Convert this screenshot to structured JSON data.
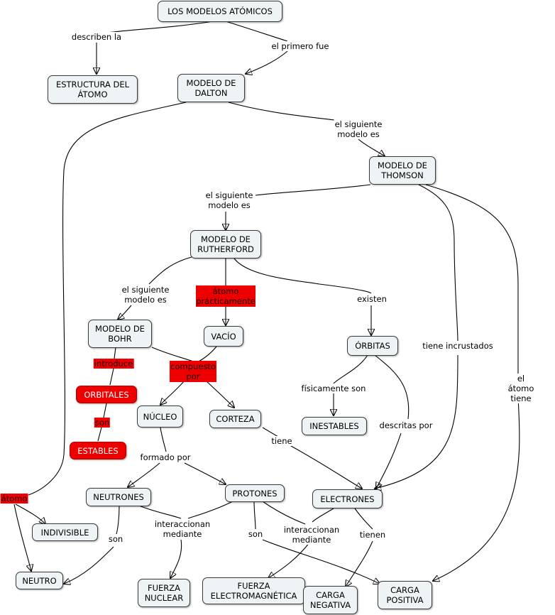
{
  "nodes": {
    "modelos": "LOS MODELOS ATÓMICOS",
    "estructura": "ESTRUCTURA DEL\nÁTOMO",
    "dalton": "MODELO DE\nDALTON",
    "thomson": "MODELO DE\nTHOMSON",
    "rutherford": "MODELO DE\nRUTHERFORD",
    "bohr": "MODELO DE\nBOHR",
    "vacio": "VACÍO",
    "orbitas": "ÓRBITAS",
    "orbitales": "ORBITALES",
    "estables": "ESTABLES",
    "nucleo": "NÚCLEO",
    "corteza": "CORTEZA",
    "inestables": "INESTABLES",
    "neutrones": "NEUTRONES",
    "protones": "PROTONES",
    "electrones": "ELECTRONES",
    "indivisible": "INDIVISIBLE",
    "neutro": "NEUTRO",
    "fuerza_nuclear": "FUERZA\nNUCLEAR",
    "fuerza_em": "FUERZA\nELECTROMAGNÉTICA",
    "carga_negativa": "CARGA\nNEGATIVA",
    "carga_positiva": "CARGA\nPOSITIVA"
  },
  "links": {
    "describen": "describen la",
    "primero": "el primero fue",
    "siguiente1": "el siguiente\nmodelo es",
    "siguiente2": "el siguiente\nmodelo es",
    "siguiente3": "el siguiente\nmodelo es",
    "atomo_pract": "átomo\nprácticamente",
    "existen": "existen",
    "tiene_incrustados": "tiene incrustados",
    "el_atomo_tiene": "el átomo tiene",
    "introduce": "introduce",
    "compuesto": "compuesto\npor",
    "fisicamente": "físicamente son",
    "descritas": "descritas por",
    "son_bohr": "son",
    "tiene": "tiene",
    "formado": "formado por",
    "atomo_dalton": "átomo",
    "son_neutrones": "son",
    "interaccionan1": "interaccionan\nmediante",
    "son_protones": "son",
    "interaccionan2": "interaccionan\nmediante",
    "tienen": "tienen"
  }
}
